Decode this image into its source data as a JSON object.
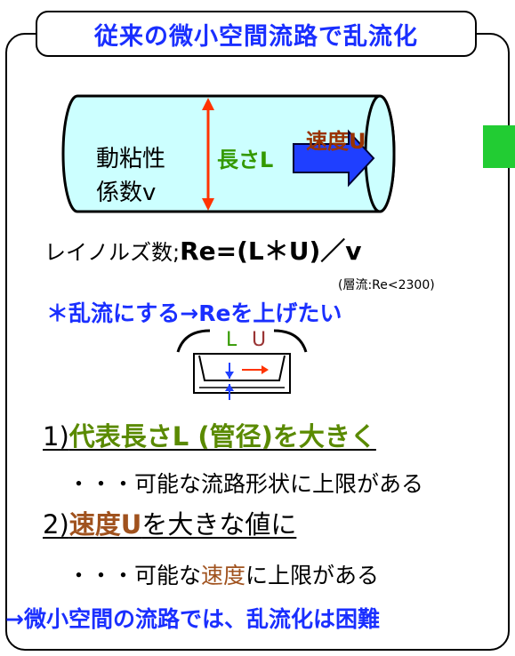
{
  "title": "従来の微小空間流路で乱流化",
  "pipe": {
    "viscosity_line1": "動粘性",
    "viscosity_line2": "係数v",
    "length_label": "長さL",
    "velocity_label": "速度U"
  },
  "formula": {
    "prefix": "レイノルズ数;",
    "equation": "Re=(L＊U)／v"
  },
  "laminar_note": "(層流:Re<2300)",
  "goal": "＊乱流にする→Reを上げたい",
  "inset": {
    "L": "L",
    "U": "U"
  },
  "item1": {
    "num": "1)",
    "text": "代表長さL (管径)を大きく",
    "detail": "・・・可能な流路形状に上限がある"
  },
  "item2": {
    "num": "2)",
    "highlight": "速度U",
    "rest": "を大きな値に",
    "detail_prefix": "・・・可能な",
    "detail_highlight": "速度",
    "detail_suffix": "に上限がある"
  },
  "conclusion": "→微小空間の流路では、乱流化は困難",
  "colors": {
    "title": "#1a2fff",
    "pipe_fill": "#ccffff",
    "length_green": "#339900",
    "velocity_brown": "#993300",
    "arrow_blue": "#1f3fff",
    "arrow_red": "#ff3300",
    "goal_blue": "#1a2fff",
    "item1_green": "#5a8a00",
    "item2_brown": "#a0521e",
    "green_block": "#22cc33"
  }
}
